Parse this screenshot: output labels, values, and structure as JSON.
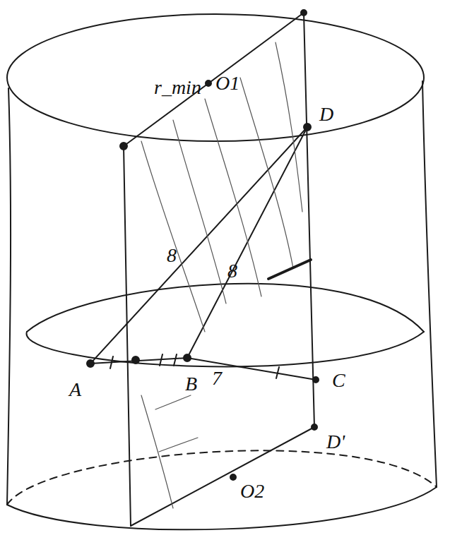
{
  "diagram": {
    "labels": [
      "r_min",
      "O1",
      "D",
      "8",
      "8",
      "A",
      "B",
      "7",
      "C",
      "D'",
      "O2"
    ]
  }
}
